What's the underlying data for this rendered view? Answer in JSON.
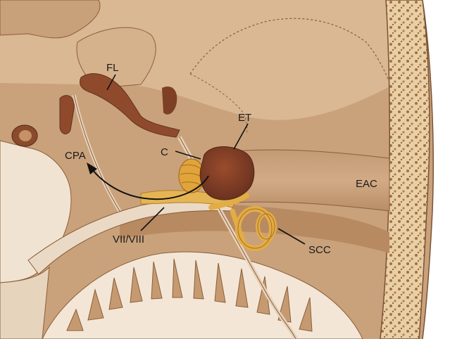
{
  "labels": {
    "fl": "FL",
    "et": "ET",
    "c": "C",
    "cpa": "CPA",
    "eac": "EAC",
    "vii_viii": "VII/VIII",
    "scc": "SCC"
  },
  "colors": {
    "background": "#ffffff",
    "base_bone": "#c9a27b",
    "light_bone": "#dcbf9c",
    "mid_bone": "#b88a62",
    "dark_brown": "#7a3d25",
    "cochlea_gold": "#e0a43a",
    "canal_gold": "#e3ad45",
    "nerve": "#e7d2bb",
    "skull_dots": "#a5703f",
    "outline": "#7a5234"
  }
}
